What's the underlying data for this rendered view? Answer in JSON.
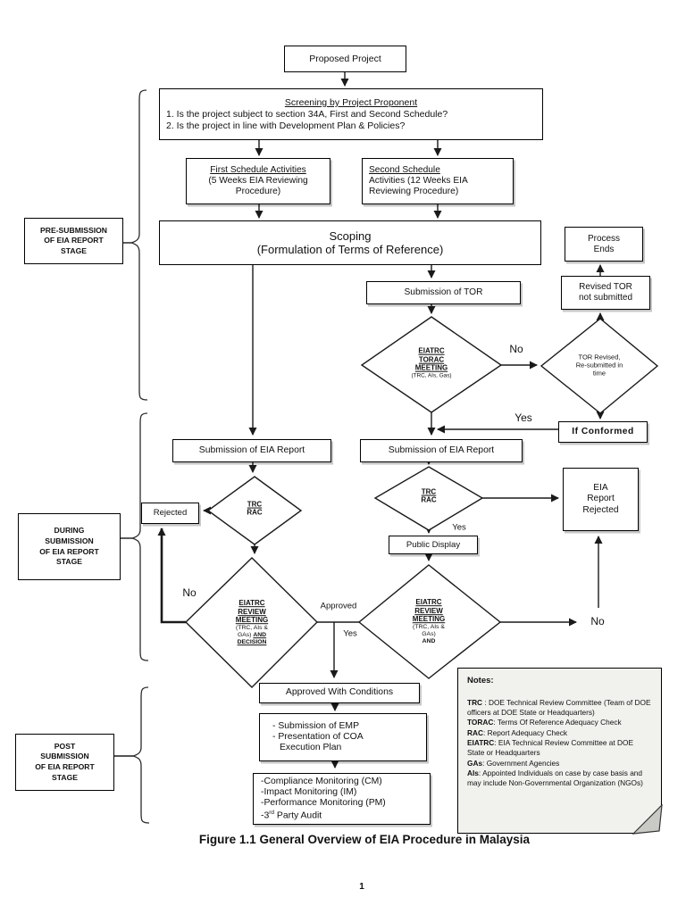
{
  "page": {
    "caption": "Figure 1.1 General Overview of EIA Procedure in Malaysia",
    "page_number": "1"
  },
  "colors": {
    "ink": "#000000",
    "paper": "#ffffff",
    "notes_background": "#f1f1ee",
    "fold_gray": "#c9c9c5"
  },
  "stages": {
    "pre": {
      "lines": [
        "PRE-SUBMISSION",
        "OF EIA REPORT",
        "STAGE"
      ]
    },
    "during": {
      "lines": [
        "DURING",
        "SUBMISSION",
        "OF EIA REPORT",
        "STAGE"
      ]
    },
    "post": {
      "lines": [
        "POST",
        "SUBMISSION",
        "OF EIA REPORT",
        "STAGE"
      ]
    }
  },
  "boxes": {
    "proposed_project": "Proposed Project",
    "screening": {
      "title": "Screening by Project Proponent",
      "items": [
        "1. Is the project subject to section 34A, First and Second Schedule?",
        "2. Is the project in line with Development Plan & Policies?"
      ]
    },
    "first_schedule": {
      "title": "First Schedule Activities",
      "lines": [
        "(5 Weeks EIA Reviewing",
        "Procedure)"
      ]
    },
    "second_schedule": {
      "title": "Second Schedule",
      "lines": [
        "Activities (12 Weeks EIA",
        "Reviewing Procedure)"
      ]
    },
    "scoping": {
      "lines": [
        "Scoping",
        "(Formulation of Terms of Reference)"
      ]
    },
    "process_ends": {
      "lines": [
        "Process",
        "Ends"
      ]
    },
    "submission_tor": "Submission of TOR",
    "revised_tor": {
      "lines": [
        "Revised TOR",
        "not submitted"
      ]
    },
    "if_conformed": "If Conformed",
    "submission_eia_left": "Submission of EIA Report",
    "submission_eia_right": "Submission of EIA Report",
    "rejected": "Rejected",
    "eia_report_rejected": {
      "lines": [
        "EIA",
        "Report",
        "Rejected"
      ]
    },
    "public_display": "Public Display",
    "approved_with_conditions": "Approved With Conditions",
    "emp": {
      "lines": [
        "- Submission of EMP",
        "- Presentation of COA",
        "Execution Plan"
      ]
    },
    "monitoring": {
      "lines": [
        "-Compliance Monitoring (CM)",
        "-Impact Monitoring (IM)",
        "-Performance Monitoring (PM)"
      ],
      "third_party": {
        "pre": "-3",
        "sup": "rd",
        "post": " Party Audit"
      }
    }
  },
  "diamonds": {
    "torac": {
      "title": [
        "EIATRC",
        "TORAC",
        "MEETING"
      ],
      "sub": "(TRC, AIs, Gas)"
    },
    "tor_revised": {
      "lines": [
        "TOR Revised,",
        "Re-submitted in",
        "time"
      ]
    },
    "trc_rac": {
      "top": "TRC",
      "bottom": "RAC"
    },
    "review_title": [
      "EIATRC",
      "REVIEW",
      "MEETING"
    ],
    "review_left": {
      "sub1": "(TRC, AIs &",
      "sub2a": "GAs) ",
      "sub2b": "AND",
      "sub3": "DECISION"
    },
    "review_right": {
      "sub1": "(TRC, AIs &",
      "sub2": "GAs)",
      "sub3": "AND"
    }
  },
  "edge_labels": {
    "torac_no": "No",
    "conformed_yes": "Yes",
    "display_yes": "Yes",
    "review_left_no": "No",
    "approved": "Approved",
    "approved_yes": "Yes",
    "review_right_no": "No"
  },
  "notes": {
    "title": "Notes:",
    "entries": [
      {
        "term": "TRC",
        "sep": " : ",
        "text": "DOE Technical Review Committee (Team of DOE officers at DOE State or Headquarters)"
      },
      {
        "term": "TORAC",
        "sep": ": ",
        "text": "Terms Of Reference Adequacy Check"
      },
      {
        "term": "RAC",
        "sep": ": ",
        "text": "Report Adequacy Check"
      },
      {
        "term": "EIATRC",
        "sep": ": ",
        "text": "EIA Technical Review Committee at DOE State or Headquarters"
      },
      {
        "term": "GAs",
        "sep": ": ",
        "text": "Government Agencies"
      },
      {
        "term": "AIs",
        "sep": ": ",
        "text": "Appointed Individuals on case by case basis and may include Non-Governmental Organization (NGOs)"
      }
    ]
  }
}
